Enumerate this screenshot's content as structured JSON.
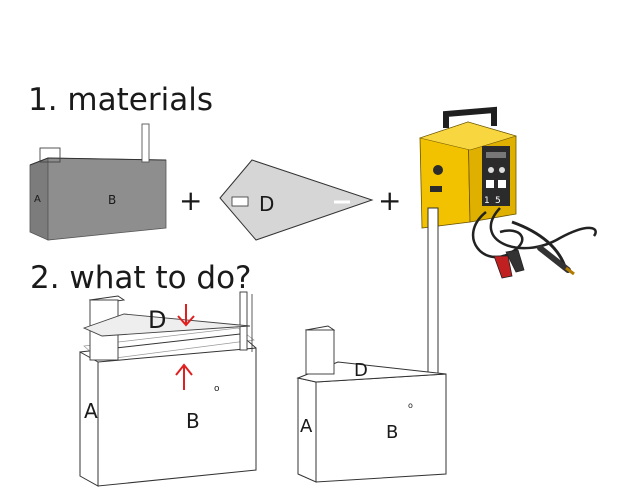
{
  "steps": [
    {
      "label": "1. materials"
    },
    {
      "label": "2. what to do?"
    }
  ],
  "operators": {
    "plus_1": "+",
    "plus_2": "+"
  },
  "materials": {
    "box_labels": {
      "side": "A",
      "front": "B"
    },
    "plate_label": "D"
  },
  "assembly": {
    "left_labels": {
      "side": "A",
      "front": "B",
      "top": "D"
    },
    "right_labels": {
      "side": "A",
      "front": "B",
      "top": "D"
    }
  },
  "welder_panel": {
    "code_a": "1",
    "code_b": "5"
  },
  "colors": {
    "box_fill": "#8e8e8e",
    "box_dark": "#6f6f6f",
    "plate_fill": "#d6d6d6",
    "arrow": "#e02020",
    "welder_yellow": "#f2c200",
    "welder_dark": "#2b2b2b"
  }
}
